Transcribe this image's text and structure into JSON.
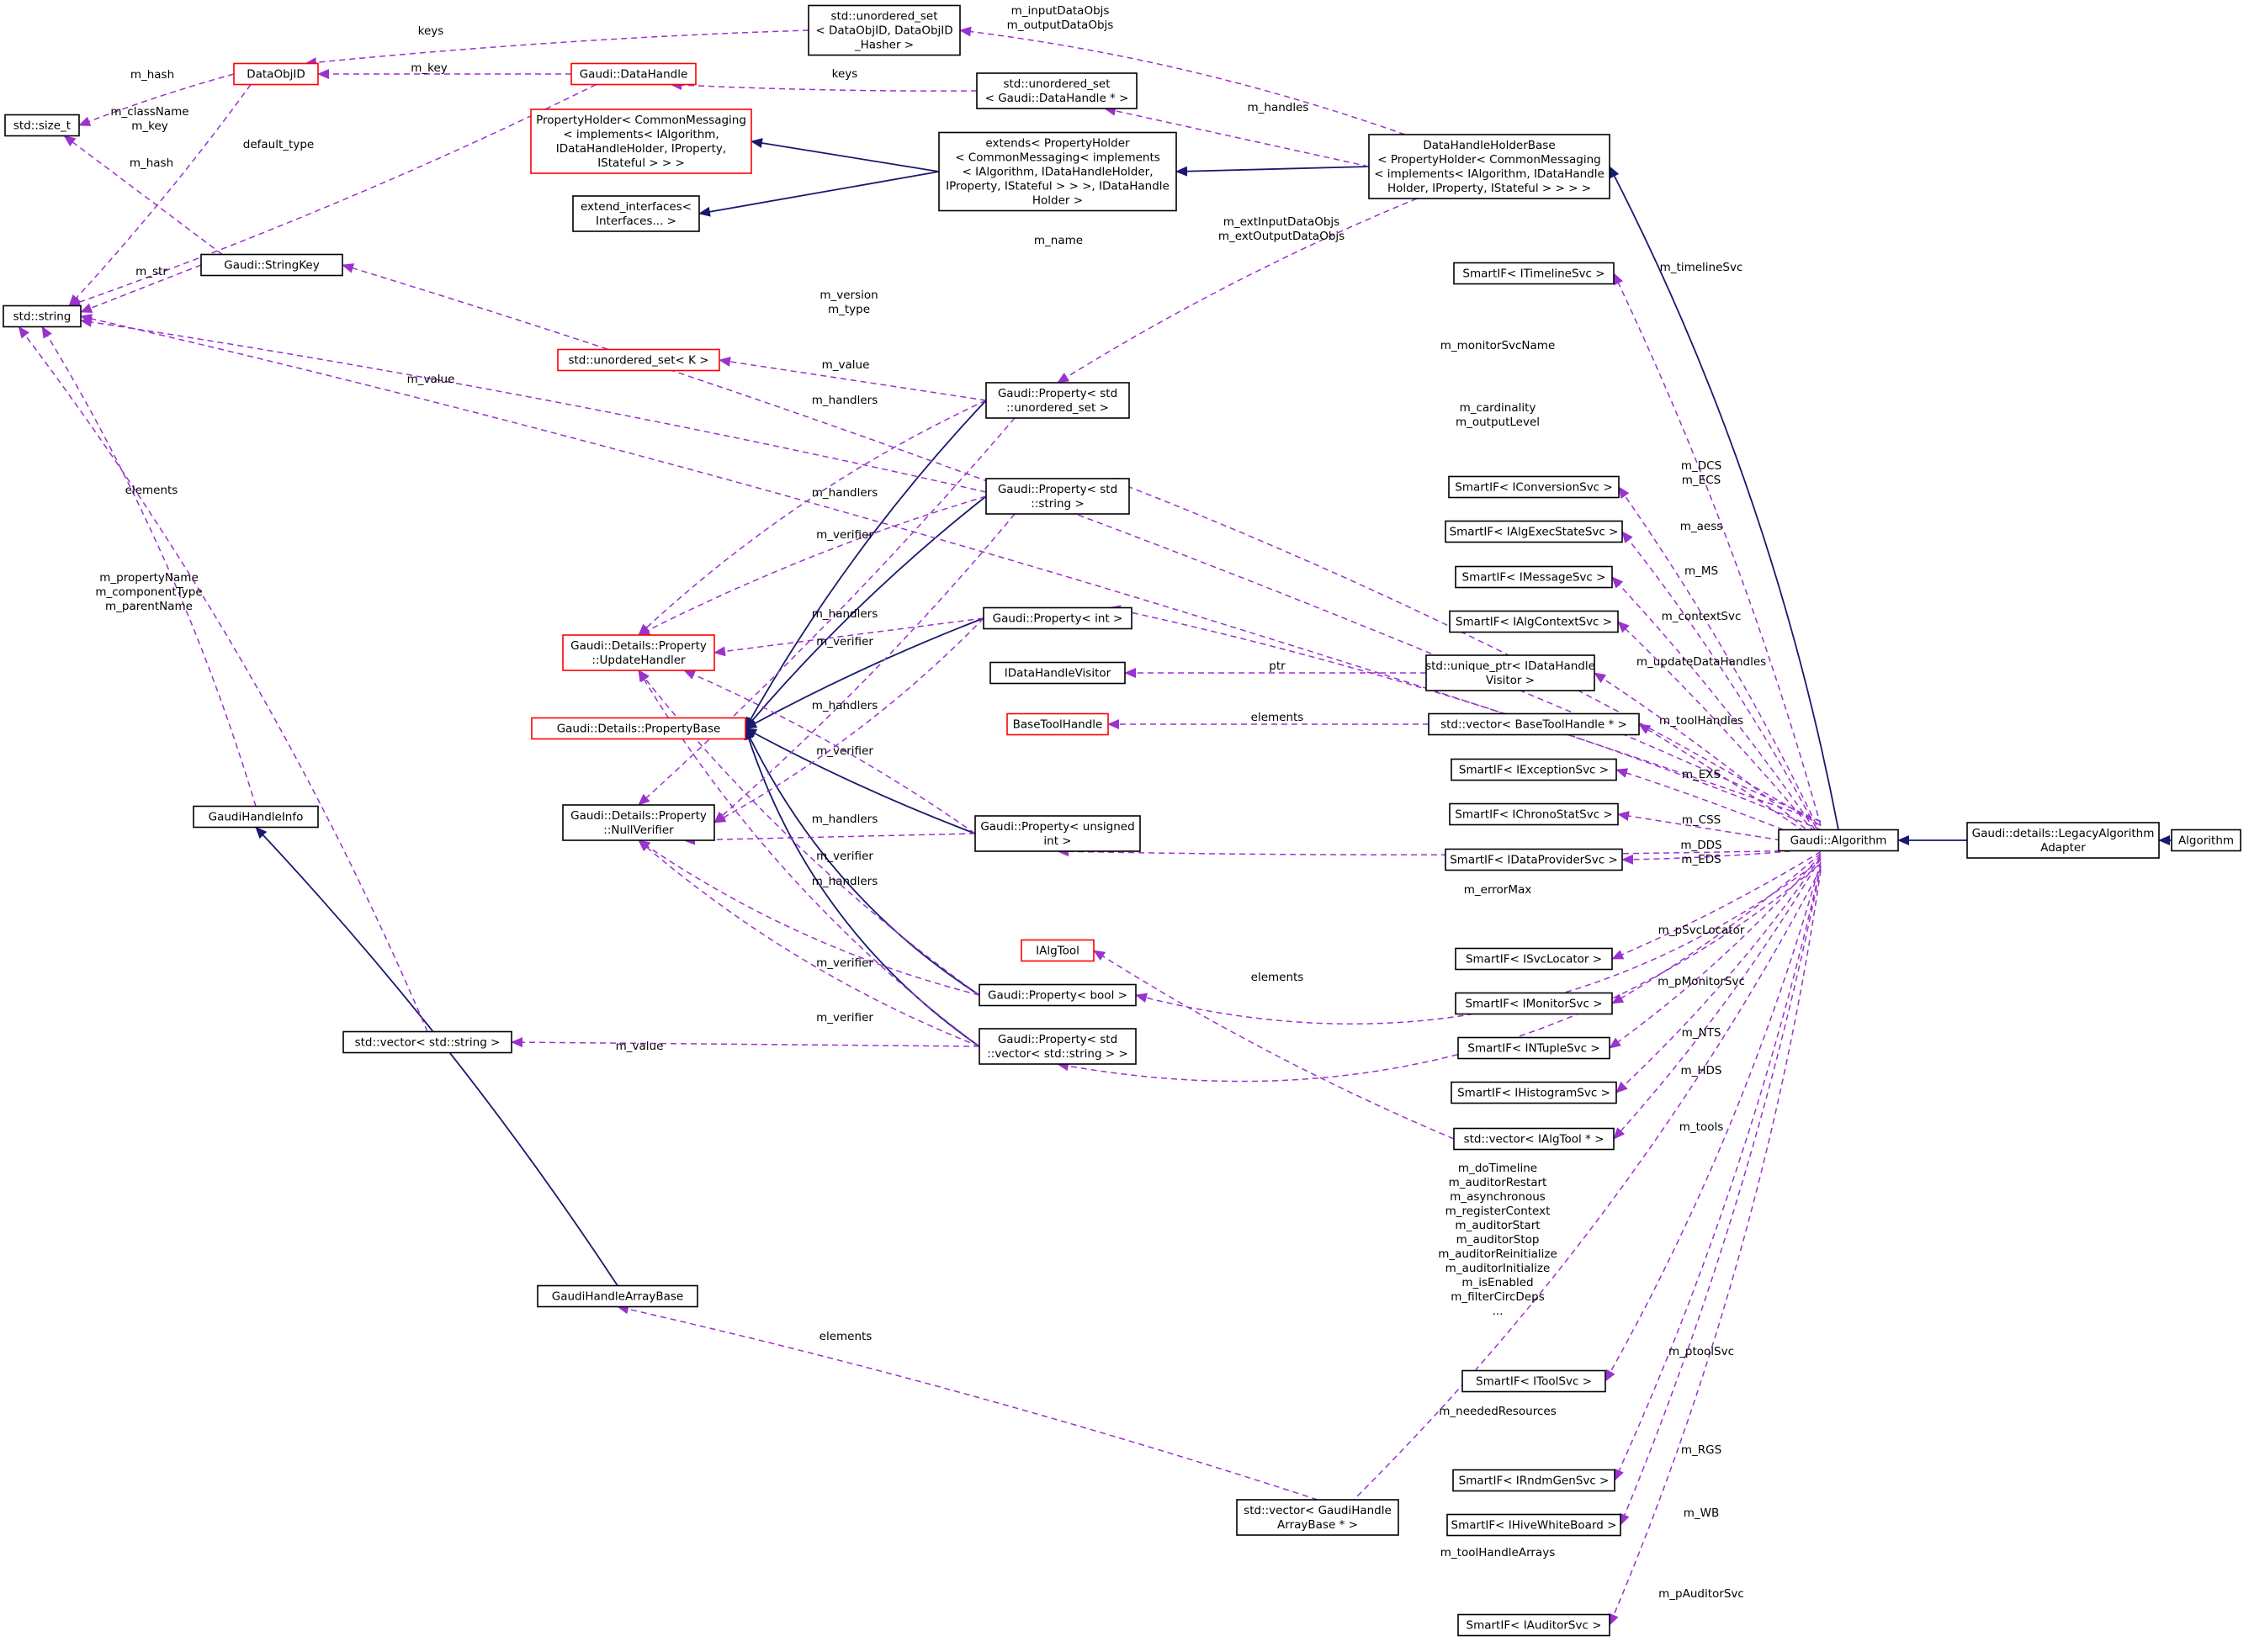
{
  "colors": {
    "black_border": "#000000",
    "red_border": "#ff0000",
    "highlight_fill": "#bfbfbf",
    "inheritance_edge": "#191970",
    "usage_edge": "#9a32cd"
  },
  "nodes": {
    "DataObjID": [
      "DataObjID"
    ],
    "size_t": [
      "std::size_t"
    ],
    "string": [
      "std::string"
    ],
    "StringKey": [
      "Gaudi::StringKey"
    ],
    "GaudiHandleInfo": [
      "GaudiHandleInfo"
    ],
    "GaudiHandleArrayBase": [
      "GaudiHandleArrayBase"
    ],
    "vector_string": [
      "std::vector< std::string >"
    ],
    "DataHandle": [
      "Gaudi::DataHandle"
    ],
    "unordered_set_DataObjID": [
      "std::unordered_set",
      "< DataObjID, DataObjID",
      "_Hasher >"
    ],
    "unordered_set_DataHandle": [
      "std::unordered_set",
      "< Gaudi::DataHandle * >"
    ],
    "PropertyHolder_CM": [
      "PropertyHolder< CommonMessaging",
      "< implements< IAlgorithm,",
      "IDataHandleHolder, IProperty,",
      "IStateful > > >"
    ],
    "extend_interfaces": [
      "extend_interfaces<",
      "Interfaces... >"
    ],
    "extends_PH": [
      "extends< PropertyHolder",
      "< CommonMessaging< implements",
      "< IAlgorithm, IDataHandleHolder,",
      "IProperty, IStateful > > >, IDataHandle",
      "Holder >"
    ],
    "DataHandleHolderBase": [
      "DataHandleHolderBase",
      "< PropertyHolder< CommonMessaging",
      "< implements< IAlgorithm, IDataHandle",
      "Holder, IProperty, IStateful > > > >"
    ],
    "unordered_set_K": [
      "std::unordered_set< K >"
    ],
    "UpdateHandler": [
      "Gaudi::Details::Property",
      "::UpdateHandler"
    ],
    "PropertyBase": [
      "Gaudi::Details::PropertyBase"
    ],
    "NullVerifier": [
      "Gaudi::Details::Property",
      "::NullVerifier"
    ],
    "Prop_unordered_set": [
      "Gaudi::Property< std",
      "::unordered_set >"
    ],
    "Prop_string": [
      "Gaudi::Property< std",
      "::string >"
    ],
    "Prop_int": [
      "Gaudi::Property< int >"
    ],
    "IDataHandleVisitor": [
      "IDataHandleVisitor"
    ],
    "BaseToolHandle": [
      "BaseToolHandle"
    ],
    "Prop_unsigned": [
      "Gaudi::Property< unsigned",
      "int >"
    ],
    "IAlgTool": [
      "IAlgTool"
    ],
    "Prop_bool": [
      "Gaudi::Property< bool >"
    ],
    "Prop_vector_string": [
      "Gaudi::Property< std",
      "::vector< std::string > >"
    ],
    "vector_GaudiHandleArrayBase": [
      "std::vector< GaudiHandle",
      "ArrayBase * >"
    ],
    "SmartIF_ITimelineSvc": [
      "SmartIF< ITimelineSvc >"
    ],
    "SmartIF_IConversionSvc": [
      "SmartIF< IConversionSvc >"
    ],
    "SmartIF_IAlgExecStateSvc": [
      "SmartIF< IAlgExecStateSvc >"
    ],
    "SmartIF_IMessageSvc": [
      "SmartIF< IMessageSvc >"
    ],
    "SmartIF_IAlgContextSvc": [
      "SmartIF< IAlgContextSvc >"
    ],
    "unique_ptr_IDataHandleVisitor": [
      "std::unique_ptr< IDataHandle",
      "Visitor >"
    ],
    "vector_BaseToolHandle": [
      "std::vector< BaseToolHandle * >"
    ],
    "SmartIF_IExceptionSvc": [
      "SmartIF< IExceptionSvc >"
    ],
    "SmartIF_IChronoStatSvc": [
      "SmartIF< IChronoStatSvc >"
    ],
    "SmartIF_IDataProviderSvc": [
      "SmartIF< IDataProviderSvc >"
    ],
    "SmartIF_ISvcLocator": [
      "SmartIF< ISvcLocator >"
    ],
    "SmartIF_IMonitorSvc": [
      "SmartIF< IMonitorSvc >"
    ],
    "SmartIF_INTupleSvc": [
      "SmartIF< INTupleSvc >"
    ],
    "SmartIF_IHistogramSvc": [
      "SmartIF< IHistogramSvc >"
    ],
    "vector_IAlgTool": [
      "std::vector< IAlgTool * >"
    ],
    "SmartIF_IToolSvc": [
      "SmartIF< IToolSvc >"
    ],
    "SmartIF_IRndmGenSvc": [
      "SmartIF< IRndmGenSvc >"
    ],
    "SmartIF_IHiveWhiteBoard": [
      "SmartIF< IHiveWhiteBoard >"
    ],
    "SmartIF_IAuditorSvc": [
      "SmartIF< IAuditorSvc >"
    ],
    "Gaudi_Algorithm": [
      "Gaudi::Algorithm"
    ],
    "LegacyAlgorithmAdapter": [
      "Gaudi::details::LegacyAlgorithm",
      "Adapter"
    ],
    "Algorithm": [
      "Algorithm"
    ]
  },
  "edge_labels": {
    "keys_dataobjid": [
      "keys"
    ],
    "m_hash_size_t": [
      "m_hash"
    ],
    "m_key": [
      "m_key"
    ],
    "m_className_m_key": [
      "m_className",
      "m_key"
    ],
    "m_hash_stringkey": [
      "m_hash"
    ],
    "default_type": [
      "default_type"
    ],
    "m_str": [
      "m_str"
    ],
    "elements_vector_string": [
      "elements"
    ],
    "m_propertyName": [
      "m_propertyName",
      "m_componentType",
      "m_parentName"
    ],
    "m_inputDataObjs": [
      "m_inputDataObjs",
      "m_outputDataObjs"
    ],
    "keys_datahandle": [
      "keys"
    ],
    "m_handles": [
      "m_handles"
    ],
    "m_extInputDataObjs": [
      "m_extInputDataObjs",
      "m_extOutputDataObjs"
    ],
    "m_name": [
      "m_name"
    ],
    "m_version": [
      "m_version",
      "m_type"
    ],
    "m_timelineSvc": [
      "m_timelineSvc"
    ],
    "m_monitorSvcName": [
      "m_monitorSvcName"
    ],
    "m_value_set": [
      "m_value"
    ],
    "m_value_string": [
      "m_value"
    ],
    "m_handlers_1": [
      "m_handlers"
    ],
    "m_cardinality": [
      "m_cardinality",
      "m_outputLevel"
    ],
    "m_DCS": [
      "m_DCS",
      "m_ECS"
    ],
    "m_handlers_2": [
      "m_handlers"
    ],
    "m_verifier_1": [
      "m_verifier"
    ],
    "m_aess": [
      "m_aess"
    ],
    "m_MS": [
      "m_MS"
    ],
    "m_handlers_3": [
      "m_handlers"
    ],
    "m_contextSvc": [
      "m_contextSvc"
    ],
    "m_verifier_2": [
      "m_verifier"
    ],
    "ptr": [
      "ptr"
    ],
    "m_updateDataHandles": [
      "m_updateDataHandles"
    ],
    "m_handlers_4": [
      "m_handlers"
    ],
    "elements_basetoolhandle": [
      "elements"
    ],
    "m_toolHandles": [
      "m_toolHandles"
    ],
    "m_verifier_3": [
      "m_verifier"
    ],
    "m_EXS": [
      "m_EXS"
    ],
    "m_handlers_5": [
      "m_handlers"
    ],
    "m_CSS": [
      "m_CSS"
    ],
    "m_verifier_4": [
      "m_verifier"
    ],
    "m_DDS": [
      "m_DDS",
      "m_EDS"
    ],
    "m_handlers_6": [
      "m_handlers"
    ],
    "m_errorMax": [
      "m_errorMax"
    ],
    "m_pSvcLocator": [
      "m_pSvcLocator"
    ],
    "elements_ialgtool": [
      "elements"
    ],
    "m_verifier_5": [
      "m_verifier"
    ],
    "m_pMonitorSvc": [
      "m_pMonitorSvc"
    ],
    "m_verifier_6": [
      "m_verifier"
    ],
    "m_value_vector": [
      "m_value"
    ],
    "m_NTS": [
      "m_NTS"
    ],
    "m_HDS": [
      "m_HDS"
    ],
    "m_tools": [
      "m_tools"
    ],
    "m_doTimeline": [
      "m_doTimeline",
      "m_auditorRestart",
      "m_asynchronous",
      "m_registerContext",
      "m_auditorStart",
      "m_auditorStop",
      "m_auditorReinitialize",
      "m_auditorInitialize",
      "m_isEnabled",
      "m_filterCircDeps",
      "..."
    ],
    "elements_gaudihandlearray": [
      "elements"
    ],
    "m_ptoolSvc": [
      "m_ptoolSvc"
    ],
    "m_neededResources": [
      "m_neededResources"
    ],
    "m_RGS": [
      "m_RGS"
    ],
    "m_WB": [
      "m_WB"
    ],
    "m_toolHandleArrays": [
      "m_toolHandleArrays"
    ],
    "m_pAuditorSvc": [
      "m_pAuditorSvc"
    ]
  }
}
